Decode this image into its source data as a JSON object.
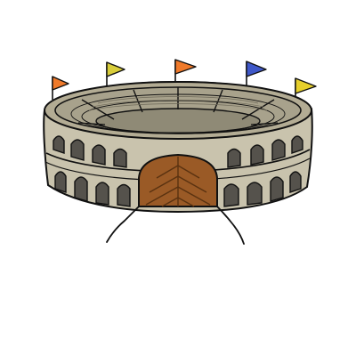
{
  "illustration": {
    "subject": "arena-stadium",
    "colors": {
      "outline": "#111111",
      "wall": "#c9c3ad",
      "wall_shade": "#b3ac94",
      "stands": "#a8a28c",
      "stands_dark": "#8f8a76",
      "arch": "#55524c",
      "gate": "#9a5a26",
      "gate_line": "#5a3210",
      "background": "#ffffff"
    },
    "flags": [
      {
        "color": "#f07a2a",
        "icon": "orange-pennant"
      },
      {
        "color": "#d8cd3a",
        "icon": "yellow-pennant"
      },
      {
        "color": "#f07a2a",
        "icon": "orange-pennant"
      },
      {
        "color": "#3f58c8",
        "icon": "blue-pennant"
      },
      {
        "color": "#e6cf2c",
        "icon": "yellow-pennant"
      }
    ]
  }
}
